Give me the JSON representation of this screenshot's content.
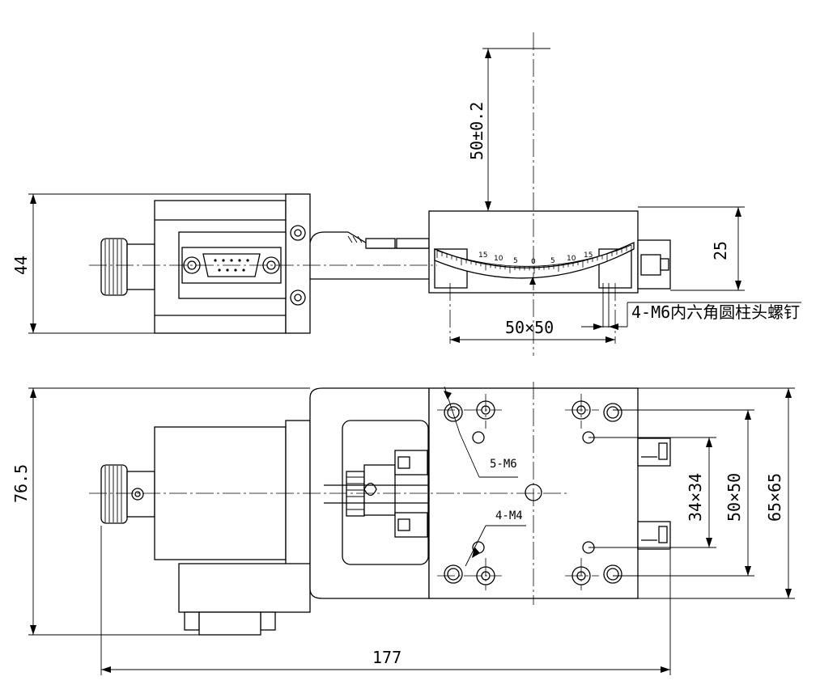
{
  "dimensions": {
    "height_side": "44",
    "travel": "50±0.2",
    "table_height": "25",
    "table_size": "50×50",
    "mount_screws": "4-M6内六角圆柱头螺钉",
    "width_top": "76.5",
    "hole_pitch_inner": "34×34",
    "hole_pitch_mid": "50×50",
    "table_outer": "65×65",
    "holes_m6": "5-M6",
    "holes_m4": "4-M4",
    "length_total": "177"
  },
  "scale": {
    "ticks_left": [
      "15",
      "10",
      "5"
    ],
    "tick_zero": "0",
    "ticks_right": [
      "5",
      "10",
      "15"
    ]
  },
  "icons": [
    "db9-connector-icon",
    "knob-icon"
  ]
}
